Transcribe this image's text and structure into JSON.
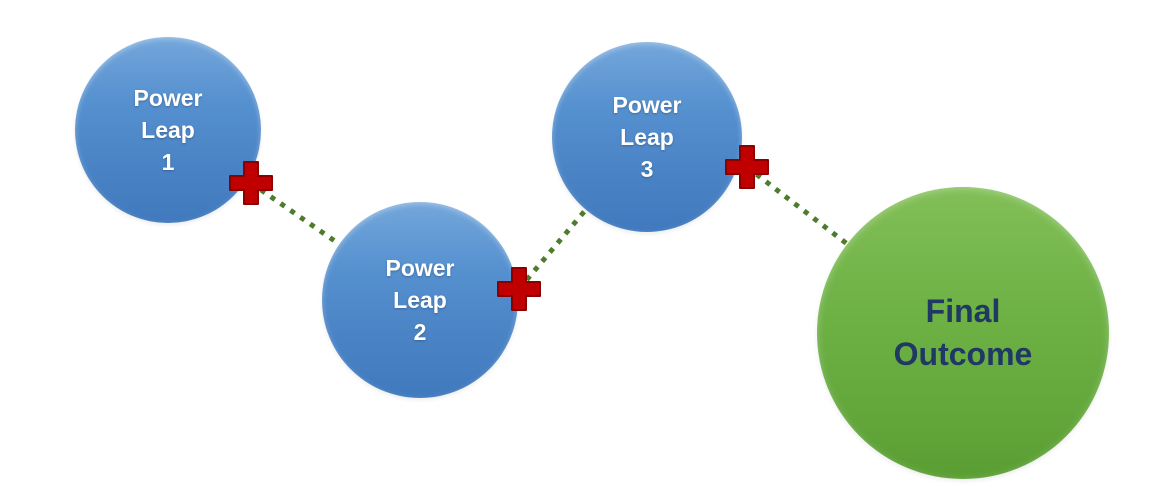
{
  "diagram": {
    "nodes": [
      {
        "label": "Power\nLeap\n1",
        "shape": "circle",
        "fill": "#4a83c5",
        "text_color": "#ffffff"
      },
      {
        "label": "Power\nLeap\n2",
        "shape": "circle",
        "fill": "#4a83c5",
        "text_color": "#ffffff"
      },
      {
        "label": "Power\nLeap\n3",
        "shape": "circle",
        "fill": "#4a83c5",
        "text_color": "#ffffff"
      },
      {
        "label": "Final\nOutcome",
        "shape": "circle",
        "fill": "#64a83c",
        "text_color": "#1f3864"
      }
    ],
    "connectors": [
      {
        "from": "Power Leap 1",
        "to": "Power Leap 2",
        "style": "dotted",
        "junction": "plus"
      },
      {
        "from": "Power Leap 2",
        "to": "Power Leap 3",
        "style": "dotted",
        "junction": "plus"
      },
      {
        "from": "Power Leap 3",
        "to": "Final Outcome",
        "style": "dotted",
        "junction": "plus"
      }
    ],
    "colors": {
      "blue_node": "#4a83c5",
      "green_node": "#64a83c",
      "plus_sign": "#c00000",
      "connector_line": "#4e7c2c",
      "background": "#ffffff"
    }
  }
}
